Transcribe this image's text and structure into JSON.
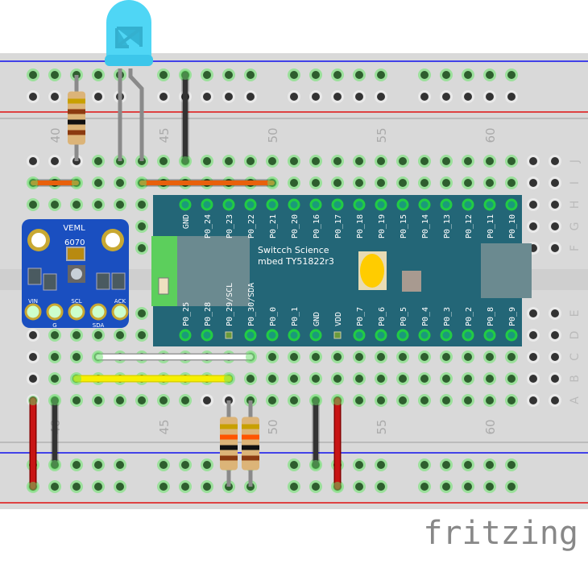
{
  "breadboard": {
    "column_numbers": [
      "40",
      "45",
      "50",
      "55",
      "60"
    ],
    "row_labels_top": [
      "J",
      "I",
      "H",
      "G",
      "F"
    ],
    "row_labels_bottom": [
      "E",
      "D",
      "C",
      "B",
      "A"
    ]
  },
  "mcu": {
    "title_line1": "Switcch Science",
    "title_line2": "mbed TY51822r3",
    "top_pins": [
      "GND",
      "P0_24",
      "P0_23",
      "P0_22",
      "P0_21",
      "P0_20",
      "P0_16",
      "P0_17",
      "P0_18",
      "P0_19",
      "P0_15",
      "P0_14",
      "P0_13",
      "P0_12",
      "P0_11",
      "P0_10"
    ],
    "bottom_pins": [
      "P0_25",
      "P0_28",
      "P0_29/SCL",
      "P0_30/SDA",
      "P0_0",
      "P0_1",
      "GND",
      "VDD",
      "P0_7",
      "P0_6",
      "P0_5",
      "P0_4",
      "P0_3",
      "P0_2",
      "P0_8",
      "P0_9"
    ],
    "color": "#236677"
  },
  "sensor": {
    "name_line1": "VEML",
    "name_line2": "6070",
    "pins": [
      "VIN",
      "G",
      "SCL",
      "SDA",
      "ACK"
    ],
    "color": "#1a4fc0"
  },
  "wire_colors": {
    "red": "#c81414",
    "black": "#333333",
    "orange": "#e8600c",
    "white": "#ffffff",
    "yellow": "#f7f000"
  },
  "logo": "fritzing"
}
